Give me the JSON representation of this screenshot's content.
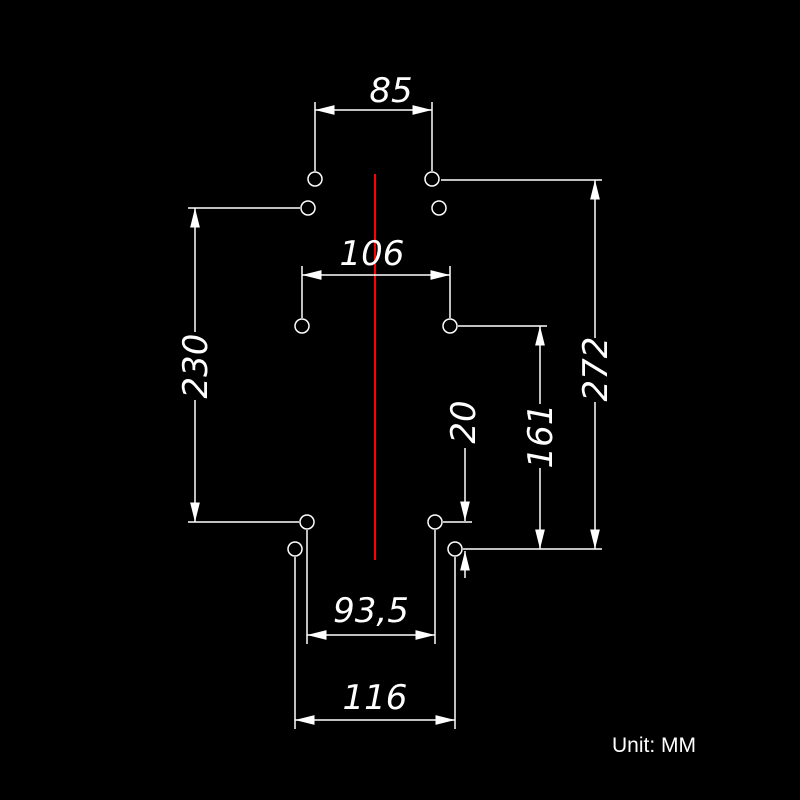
{
  "drawing": {
    "title": "mounting-hole-dimension-drawing",
    "unit_label": "Unit: MM",
    "dims": {
      "top_width": "85",
      "mid_width": "106",
      "left_height": "230",
      "right_height": "272",
      "mid_right_height": "161",
      "bottom_row_gap": "20",
      "bottom_inner_width": "93,5",
      "bottom_outer_width": "116"
    },
    "colors": {
      "background": "#000000",
      "line": "#ffffff",
      "text": "#ffffff",
      "centerline": "#ff0000"
    }
  }
}
